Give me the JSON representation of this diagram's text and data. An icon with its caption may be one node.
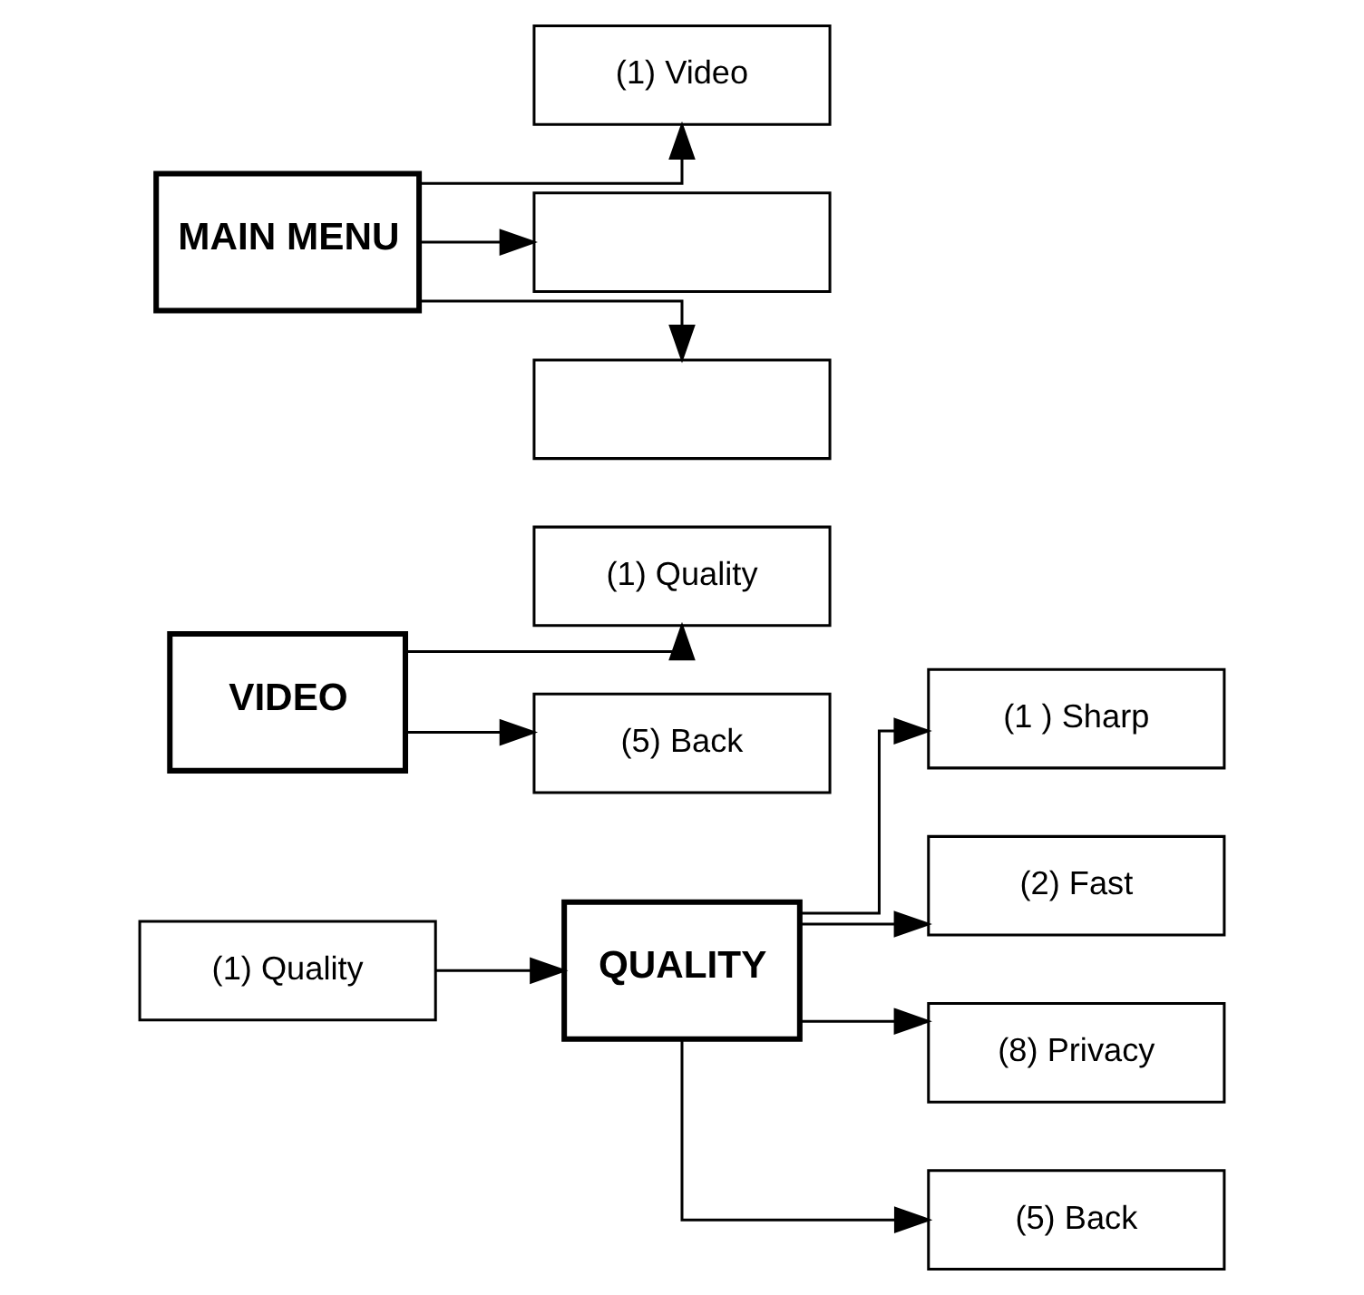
{
  "diagram": {
    "nodes": [
      {
        "text": [
          "MAIN MENU"
        ]
      },
      {
        "text": [
          "(1) Video"
        ]
      },
      {
        "text": [],
        "shape": "box"
      },
      {
        "text": [],
        "shape": "box"
      },
      {
        "text": [
          "VIDEO"
        ]
      },
      {
        "text": [
          "(1) Quality"
        ]
      },
      {
        "text": [
          "(5) Back"
        ]
      },
      {
        "text": [
          "(1) Quality"
        ]
      },
      {
        "text": [
          "QUALITY"
        ]
      },
      {
        "text": [
          "(1 ) Sharp"
        ]
      },
      {
        "text": [
          "(2) Fast"
        ]
      },
      {
        "text": [
          "(8) Privacy"
        ]
      },
      {
        "text": [
          "(5) Back"
        ]
      }
    ],
    "edges": [
      {
        "from": 0,
        "to": 1,
        "arrow": "to"
      },
      {
        "from": 0,
        "to": 2,
        "arrow": "to"
      },
      {
        "from": 0,
        "to": 3,
        "arrow": "to"
      },
      {
        "from": 4,
        "to": 5,
        "arrow": "to"
      },
      {
        "from": 4,
        "to": 6,
        "arrow": "to"
      },
      {
        "from": 7,
        "to": 8,
        "arrow": "to"
      },
      {
        "from": 8,
        "to": 9,
        "arrow": "to"
      },
      {
        "from": 8,
        "to": 10,
        "arrow": "to"
      },
      {
        "from": 8,
        "to": 11,
        "arrow": "to"
      },
      {
        "from": 8,
        "to": 12,
        "arrow": "to"
      }
    ]
  }
}
